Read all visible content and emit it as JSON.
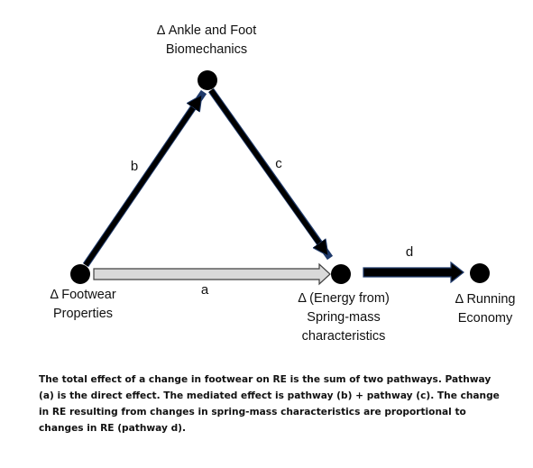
{
  "nodes": {
    "footwear": {
      "lines": [
        "Δ Footwear",
        "Properties"
      ]
    },
    "biomechanics": {
      "lines": [
        "Δ Ankle and Foot",
        "Biomechanics"
      ]
    },
    "energy": {
      "lines": [
        "Δ (Energy from)",
        "Spring-mass",
        "characteristics"
      ]
    },
    "economy": {
      "lines": [
        "Δ Running",
        "Economy"
      ]
    }
  },
  "edges": {
    "a": "a",
    "b": "b",
    "c": "c",
    "d": "d"
  },
  "caption": {
    "lines": [
      "The total effect of a change in footwear on RE is the sum of two pathways. Pathway",
      "(a) is the direct effect. The mediated effect is pathway (b) + pathway (c). The change",
      "in RE resulting from changes in spring-mass characteristics are proportional to",
      "changes in RE (pathway d)."
    ]
  },
  "colors": {
    "node_fill": "#000000",
    "arrow_fill": "#000000",
    "arrow_edge": "#1f3a6b",
    "direct_arrow_fill": "#d9d9d9",
    "direct_arrow_edge": "#404040",
    "text": "#111111"
  }
}
